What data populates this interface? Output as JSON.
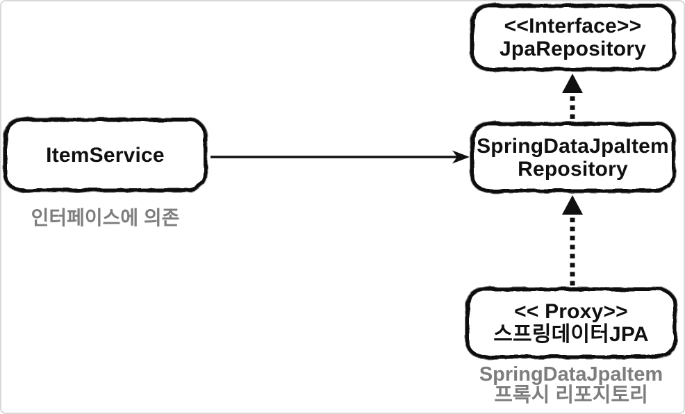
{
  "diagram": {
    "nodes": {
      "interface_repo": {
        "stereotype": "<<Interface>>",
        "name": "JpaRepository"
      },
      "impl_repo": {
        "name_line1": "SpringDataJpaItem",
        "name_line2": "Repository"
      },
      "item_service": {
        "name": "ItemService"
      },
      "proxy": {
        "stereotype": "<< Proxy>>",
        "name": "스프링데이터JPA"
      }
    },
    "captions": {
      "left_note": "인터페이스에 의존",
      "bottom_note_line1": "SpringDataJpaItem",
      "bottom_note_line2": "프록시 리포지토리"
    },
    "colors": {
      "ink": "#101010",
      "caption": "#7d7d7d",
      "background": "#ffffff",
      "frame": "#d8d8d8"
    }
  }
}
